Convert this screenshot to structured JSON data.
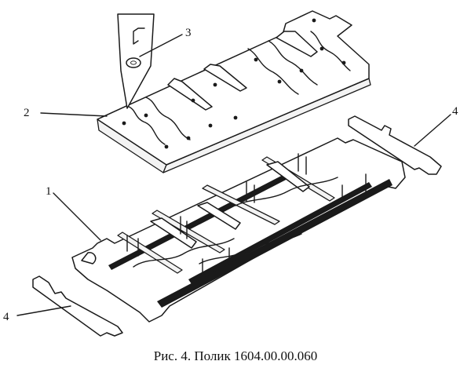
{
  "figure": {
    "caption": "Рис. 4. Полик 1604.00.00.060",
    "labels": {
      "part_1": "1",
      "part_2": "2",
      "part_3": "3",
      "part_4_right": "4",
      "part_4_left": "4"
    }
  }
}
